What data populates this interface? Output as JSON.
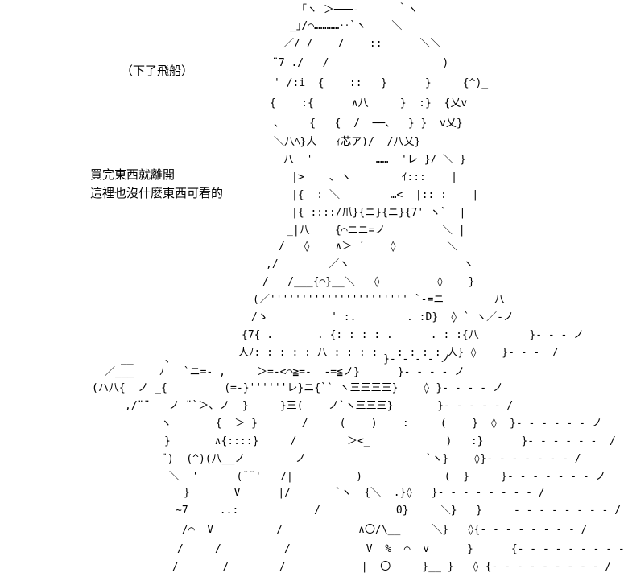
{
  "captions": {
    "top": "（下了飛船）",
    "mid_1": "買完東西就離開",
    "mid_2": "這裡也沒什麽東西可看的"
  },
  "ascii_art": {
    "lines": [
      "「ヽ ＞───‐      ｀ヽ",
      "_｣/⌒…………‥`ヽ    ＼",
      "／/ /    /    ::      ＼＼",
      "¨7 ./   /                  )",
      "' /:i  {    ::   }      }     {^)_",
      "{    :{      ∧八     }  :}  {乂v",
      "、    {   {  /  ──、  } }  v乂}",
      "＼八ﾍ}人   ｨ芯ア)/  /八乂}",
      "八  '          ……  'レ }/ ＼ }",
      "|>    ､ ヽ        ｲ:::    |",
      "|{  : ＼        …<  |:: :    |",
      "|{ ::::/爪}{ニ}{ニ}{7' ヽ`  |",
      "_|八    {⌒ニニ=ノ         ＼ |",
      "/   ◊    ∧＞ ´    ◊        ＼",
      ",/        ／ヽ                  ヽ",
      "/   /___{⌒}__＼   ◊         ◊    }",
      "(／'''''''''''''''''''''' `‐=ニ        八",
      "/ゝ          ' :.        . :D}  ◊ ` ヽ／‐ノ",
      "{7{ .       . {: : : : .      . : :{八        }‐ ‐ ‐ ノ",
      "人ﾉ: : : : : 八 : : : :   : : : : 人} ◊    }‐ ‐ ‐  /",
      "__     、                                 }‐ ‐ ‐ ‐ ノ",
      "／___    ﾉ   `ニ=‐ ,     ＞=‐<⌒≧=‐  ‐=≦ノ}      }‐ ‐ ‐ ‐ ノ",
      "(ハ八{  ノ _{         (=‐}''''''レ}ニ{`` ヽ三三三三}    ◊ }‐ ‐ ‐ ‐ ノ",
      ",/¨¨   ノ ¨`＞、ノ  }     }三(    ノ`ヽ三三三}       }‐ ‐ ‐ ‐ ‐ /",
      "ヽ       {  ＞ }       /     (    )    :     (    }  ◊  }‐ ‐ ‐ ‐ ‐ ‐ ノ",
      "}       ∧{::::}     /        ＞<_            )   :}      }‐ ‐ ‐ ‐ ‐ ‐  /",
      "¨)  (^)(八__ノ        ノ                   `ヽ}    ◊}‐ ‐ ‐ ‐ ‐ ‐ ‐ /",
      "＼  '      (¨¨'   /|          )             (  }     }‐ ‐ ‐ ‐ ‐ ‐ ‐ ノ",
      "}       V      |/       `ヽ  {＼  .}◊   }‐ ‐ ‐ ‐ ‐ ‐ ‐ ‐ /",
      "~7     ..:            /            0}     ＼}   }     ‐ ‐ ‐ ‐ ‐ ‐ ‐ ‐ /",
      "/⌒  V          /            ∧〇/\\__     ＼}   ◊{‐ ‐ ‐ ‐ ‐ ‐ ‐ ‐ /",
      "/     /          /            V  %  ⌒  v      }      {‐ ‐ ‐ ‐ ‐ ‐ ‐ ‐ ‐ /",
      "/       /        /            |  〇     }__ }   ◊ {‐ ‐ ‐ ‐ ‐ ‐ ‐ ‐ ‐ /"
    ]
  }
}
